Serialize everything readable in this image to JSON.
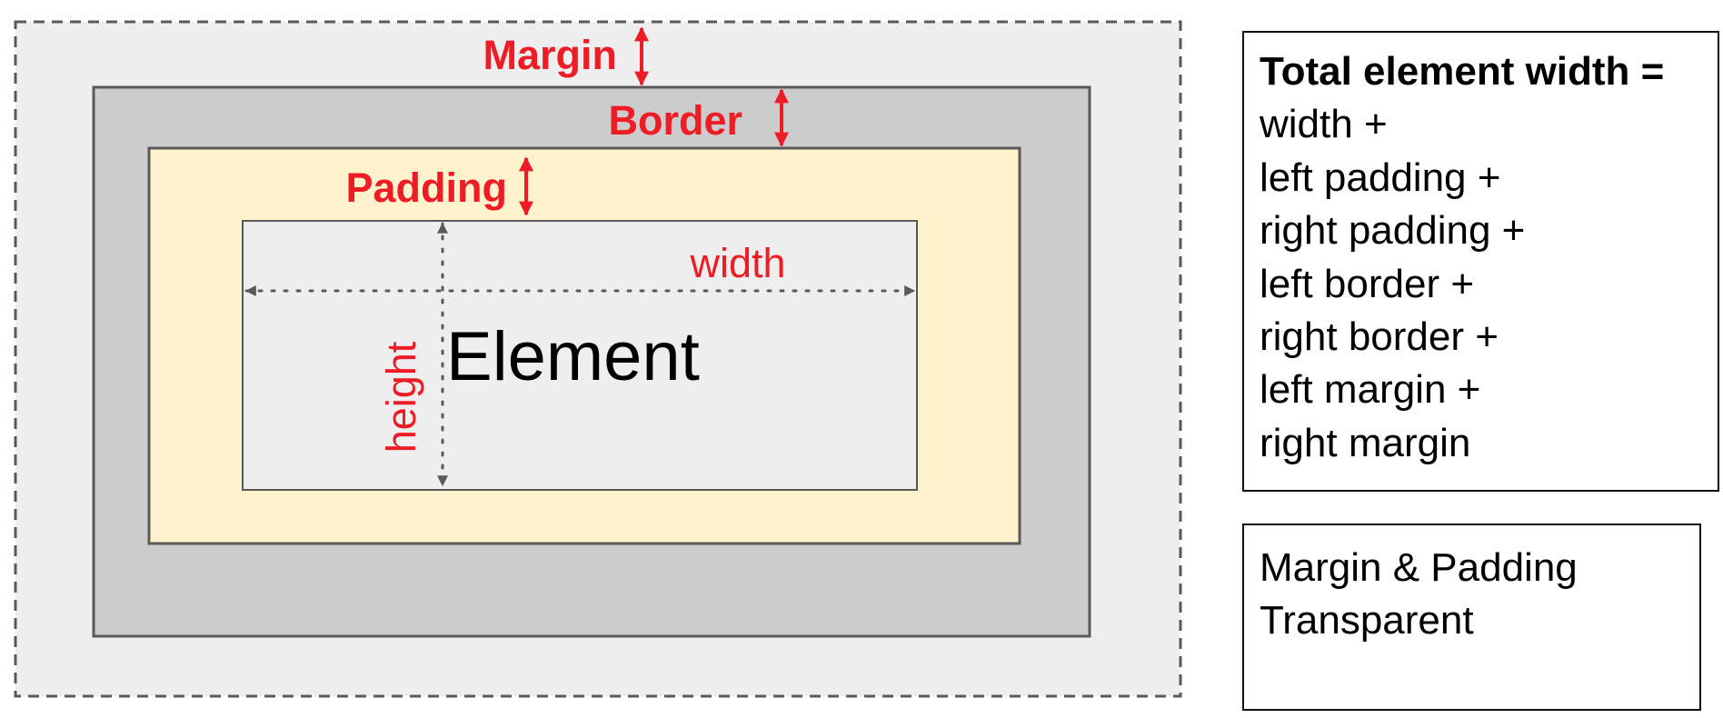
{
  "diagram": {
    "labels": {
      "margin": "Margin",
      "border": "Border",
      "padding": "Padding",
      "width": "width",
      "height": "height",
      "element": "Element"
    },
    "colors": {
      "margin_fill": "#eeeeee",
      "border_fill": "#cccccc",
      "padding_fill": "#fff2cc",
      "element_fill": "#eeeeee",
      "outline": "#595959",
      "accent_red": "#ee1c25",
      "text_black": "#000000"
    }
  },
  "formula": {
    "title": "Total element width =",
    "lines": [
      "width +",
      "left padding +",
      "right padding +",
      "left border +",
      "right border +",
      "left margin +",
      "right margin"
    ]
  },
  "note": {
    "lines": [
      "Margin & Padding",
      "Transparent"
    ]
  }
}
